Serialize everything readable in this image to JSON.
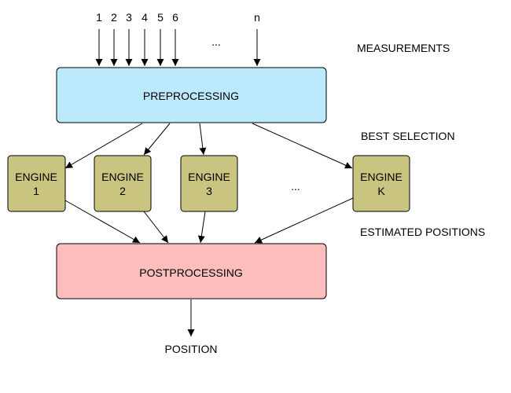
{
  "inputs": {
    "labels": [
      "1",
      "2",
      "3",
      "4",
      "5",
      "6",
      "n"
    ],
    "ellipsis": "..."
  },
  "boxes": {
    "preprocessing": "PREPROCESSING",
    "postprocessing": "POSTPROCESSING"
  },
  "engines": [
    {
      "line1": "ENGINE",
      "line2": "1"
    },
    {
      "line1": "ENGINE",
      "line2": "2"
    },
    {
      "line1": "ENGINE",
      "line2": "3"
    },
    {
      "line1": "ENGINE",
      "line2": "K"
    }
  ],
  "engines_ellipsis": "...",
  "annotations": {
    "measurements": "MEASUREMENTS",
    "best_selection": "BEST SELECTION",
    "estimated_positions": "ESTIMATED POSITIONS"
  },
  "output": {
    "position": "POSITION"
  },
  "colors": {
    "preprocessing_fill": "#bde9fc",
    "engine_fill": "#c9c47f",
    "postprocessing_fill": "#fcbdbd",
    "stroke": "#000000"
  }
}
